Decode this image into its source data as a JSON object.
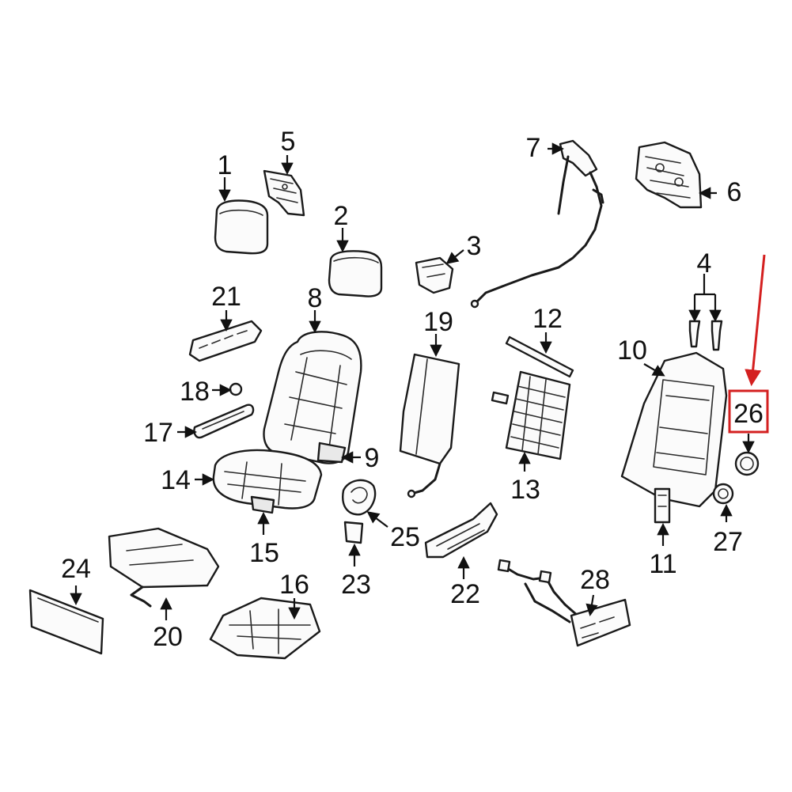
{
  "diagram": {
    "callouts": [
      "1",
      "2",
      "3",
      "4",
      "5",
      "6",
      "7",
      "8",
      "9",
      "10",
      "11",
      "12",
      "13",
      "14",
      "15",
      "16",
      "17",
      "18",
      "19",
      "20",
      "21",
      "22",
      "23",
      "24",
      "25",
      "26",
      "27",
      "28"
    ],
    "highlight": {
      "label": "26",
      "box_color": "#d42020",
      "arrow_color": "#d42020"
    }
  }
}
